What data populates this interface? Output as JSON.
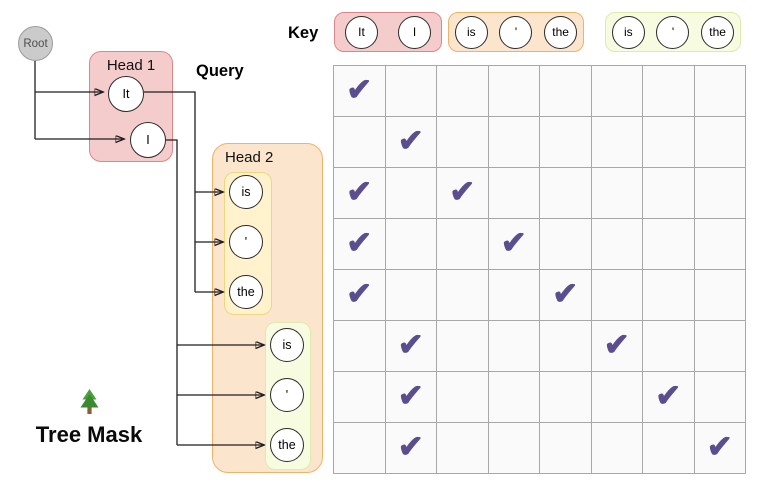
{
  "labels": {
    "key": "Key",
    "query": "Query",
    "tree_mask": "Tree Mask"
  },
  "tree": {
    "root": "Root",
    "head1": {
      "label": "Head 1",
      "nodes": [
        "It",
        "I"
      ]
    },
    "head2": {
      "label": "Head 2",
      "group1": [
        "is",
        "'",
        "the"
      ],
      "group2": [
        "is",
        "'",
        "the"
      ]
    }
  },
  "key_row": {
    "groups": [
      {
        "name": "head1-tokens",
        "tokens": [
          "It",
          "I"
        ]
      },
      {
        "name": "head2-group1-tokens",
        "tokens": [
          "is",
          "'",
          "the"
        ]
      },
      {
        "name": "head2-group2-tokens",
        "tokens": [
          "is",
          "'",
          "the"
        ]
      }
    ]
  },
  "mask_grid": {
    "rows": 8,
    "cols": 8,
    "query_tokens": [
      "It",
      "I",
      "is",
      "'",
      "the",
      "is",
      "'",
      "the"
    ],
    "key_tokens": [
      "It",
      "I",
      "is",
      "'",
      "the",
      "is",
      "'",
      "the"
    ],
    "check_cells": [
      [
        0,
        0
      ],
      [
        1,
        1
      ],
      [
        2,
        0
      ],
      [
        2,
        2
      ],
      [
        3,
        0
      ],
      [
        3,
        3
      ],
      [
        4,
        0
      ],
      [
        4,
        4
      ],
      [
        5,
        1
      ],
      [
        5,
        5
      ],
      [
        6,
        1
      ],
      [
        6,
        6
      ],
      [
        7,
        1
      ],
      [
        7,
        7
      ]
    ],
    "check_glyph": "✔"
  },
  "colors": {
    "check": "#5b4e8e",
    "head1_fill": "#f5cccc",
    "head1_border": "#e08585",
    "head2_fill": "#fce5cd",
    "head2_border": "#f0b266",
    "yellow_fill": "#fff2cc",
    "yellow_border": "#f0d67e",
    "green_fill": "#f7fbdf",
    "green_border": "#e0e9ad",
    "root_fill": "#cbcbcb",
    "root_border": "#9b9b9b",
    "grid_line": "#a8a8a8",
    "cell_bg": "#fafafa",
    "edge": "#1f1f1f"
  }
}
